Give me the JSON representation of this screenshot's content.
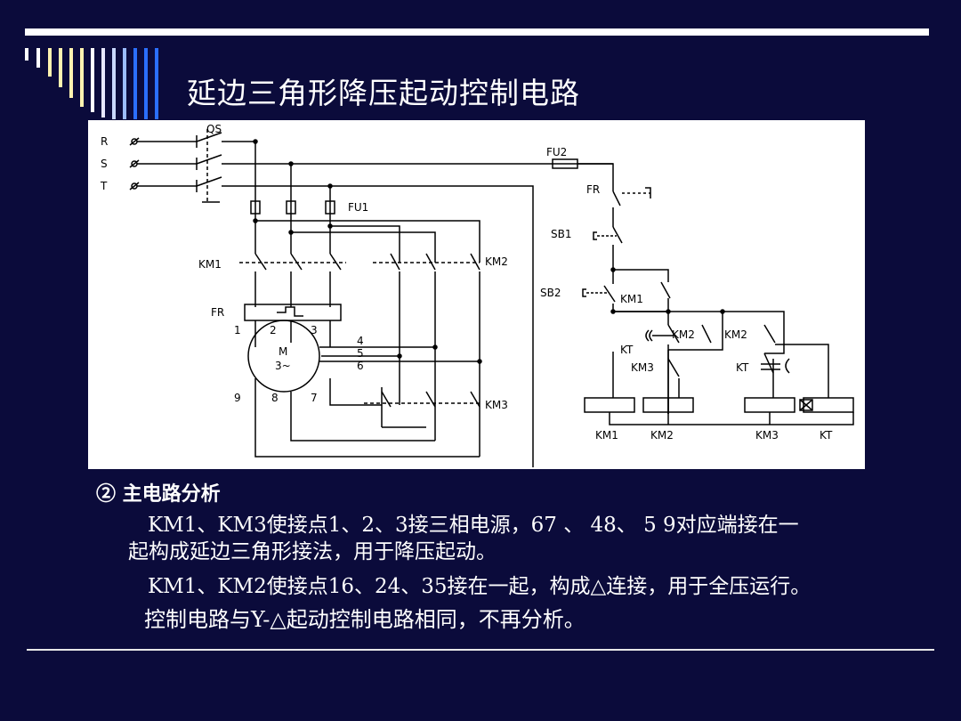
{
  "title": "延边三角形降压起动控制电路",
  "colors": {
    "background": "#0b0b3b",
    "text": "#ffffff",
    "stripe_white": "#ffffff",
    "stripe_yellow": "#fff3b0",
    "stripe_blue": "#2b6fff"
  },
  "diagram": {
    "phase_labels": [
      "R",
      "S",
      "T"
    ],
    "qs": "QS",
    "fu1": "FU1",
    "fu2": "FU2",
    "fr_main": "FR",
    "fr_ctrl": "FR",
    "km1_main": "KM1",
    "km2_main": "KM2",
    "km3_main": "KM3",
    "motor": "M",
    "motor_sub": "3~",
    "terminals": [
      "1",
      "2",
      "3",
      "4",
      "5",
      "6",
      "9",
      "8",
      "7"
    ],
    "sb1": "SB1",
    "sb2": "SB2",
    "km1_aux": "KM1",
    "km2_nc1": "KM2",
    "km2_nc2": "KM2",
    "kt_label": "KT",
    "km3_aux": "KM3",
    "kt_nc": "KT",
    "coils": [
      "KM1",
      "KM2",
      "KM3",
      "KT"
    ]
  },
  "analysis": {
    "heading": "② 主电路分析",
    "p1_line1": " KM1、KM3使接点1、2、3接三相电源，67 、 48、 5 9对应端接在一",
    "p1_line2": "起构成延边三角形接法，用于降压起动。",
    "p2": " KM1、KM2使接点16、24、35接在一起，构成△连接，用于全压运行。",
    "p3": "控制电路与Y-△起动控制电路相同，不再分析。"
  }
}
